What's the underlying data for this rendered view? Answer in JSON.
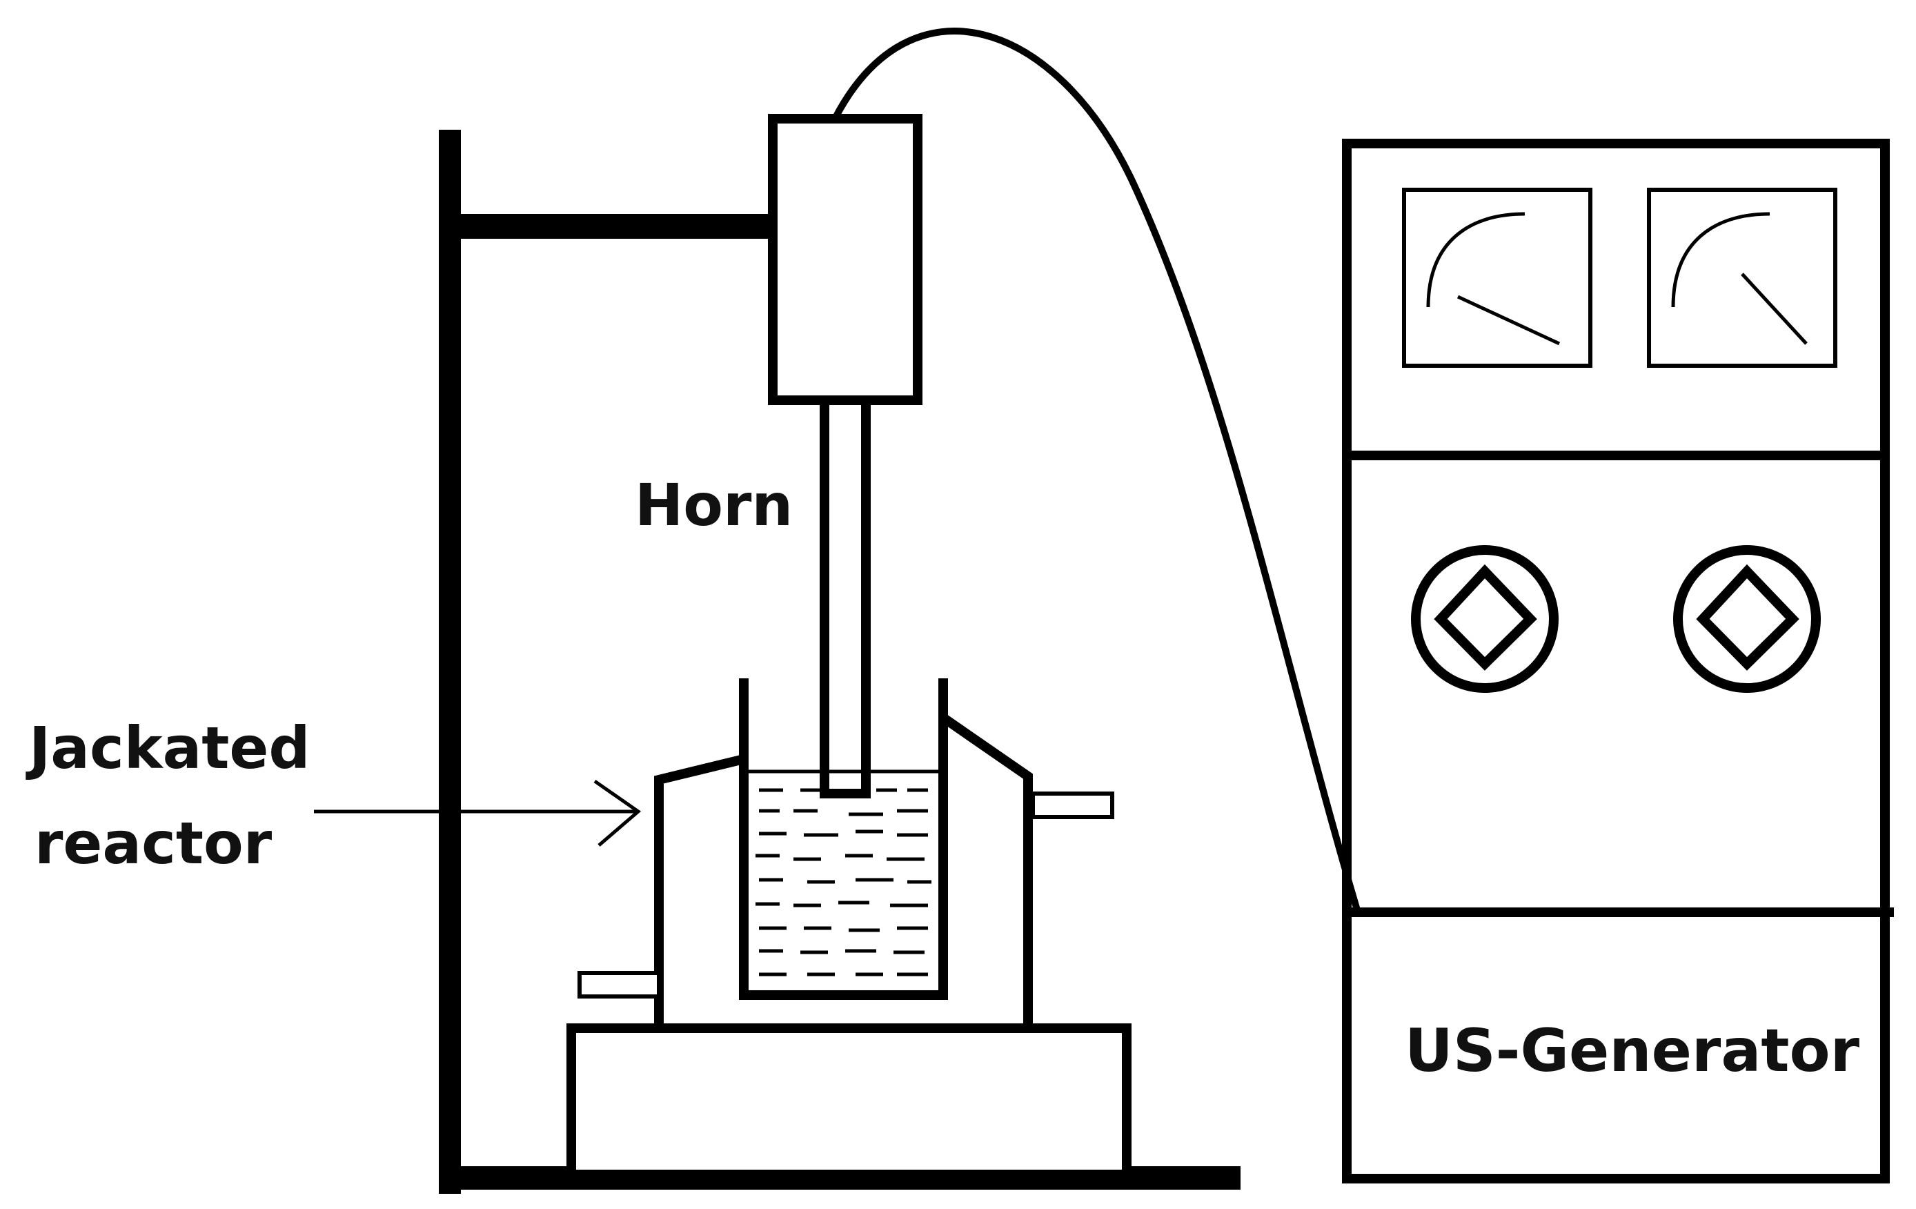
{
  "labels": {
    "horn": "Horn",
    "jacketed_reactor_line1": "Jackated",
    "jacketed_reactor_line2": "reactor",
    "generator": "US-Generator"
  },
  "colors": {
    "stroke": "#000000",
    "background": "#ffffff"
  }
}
